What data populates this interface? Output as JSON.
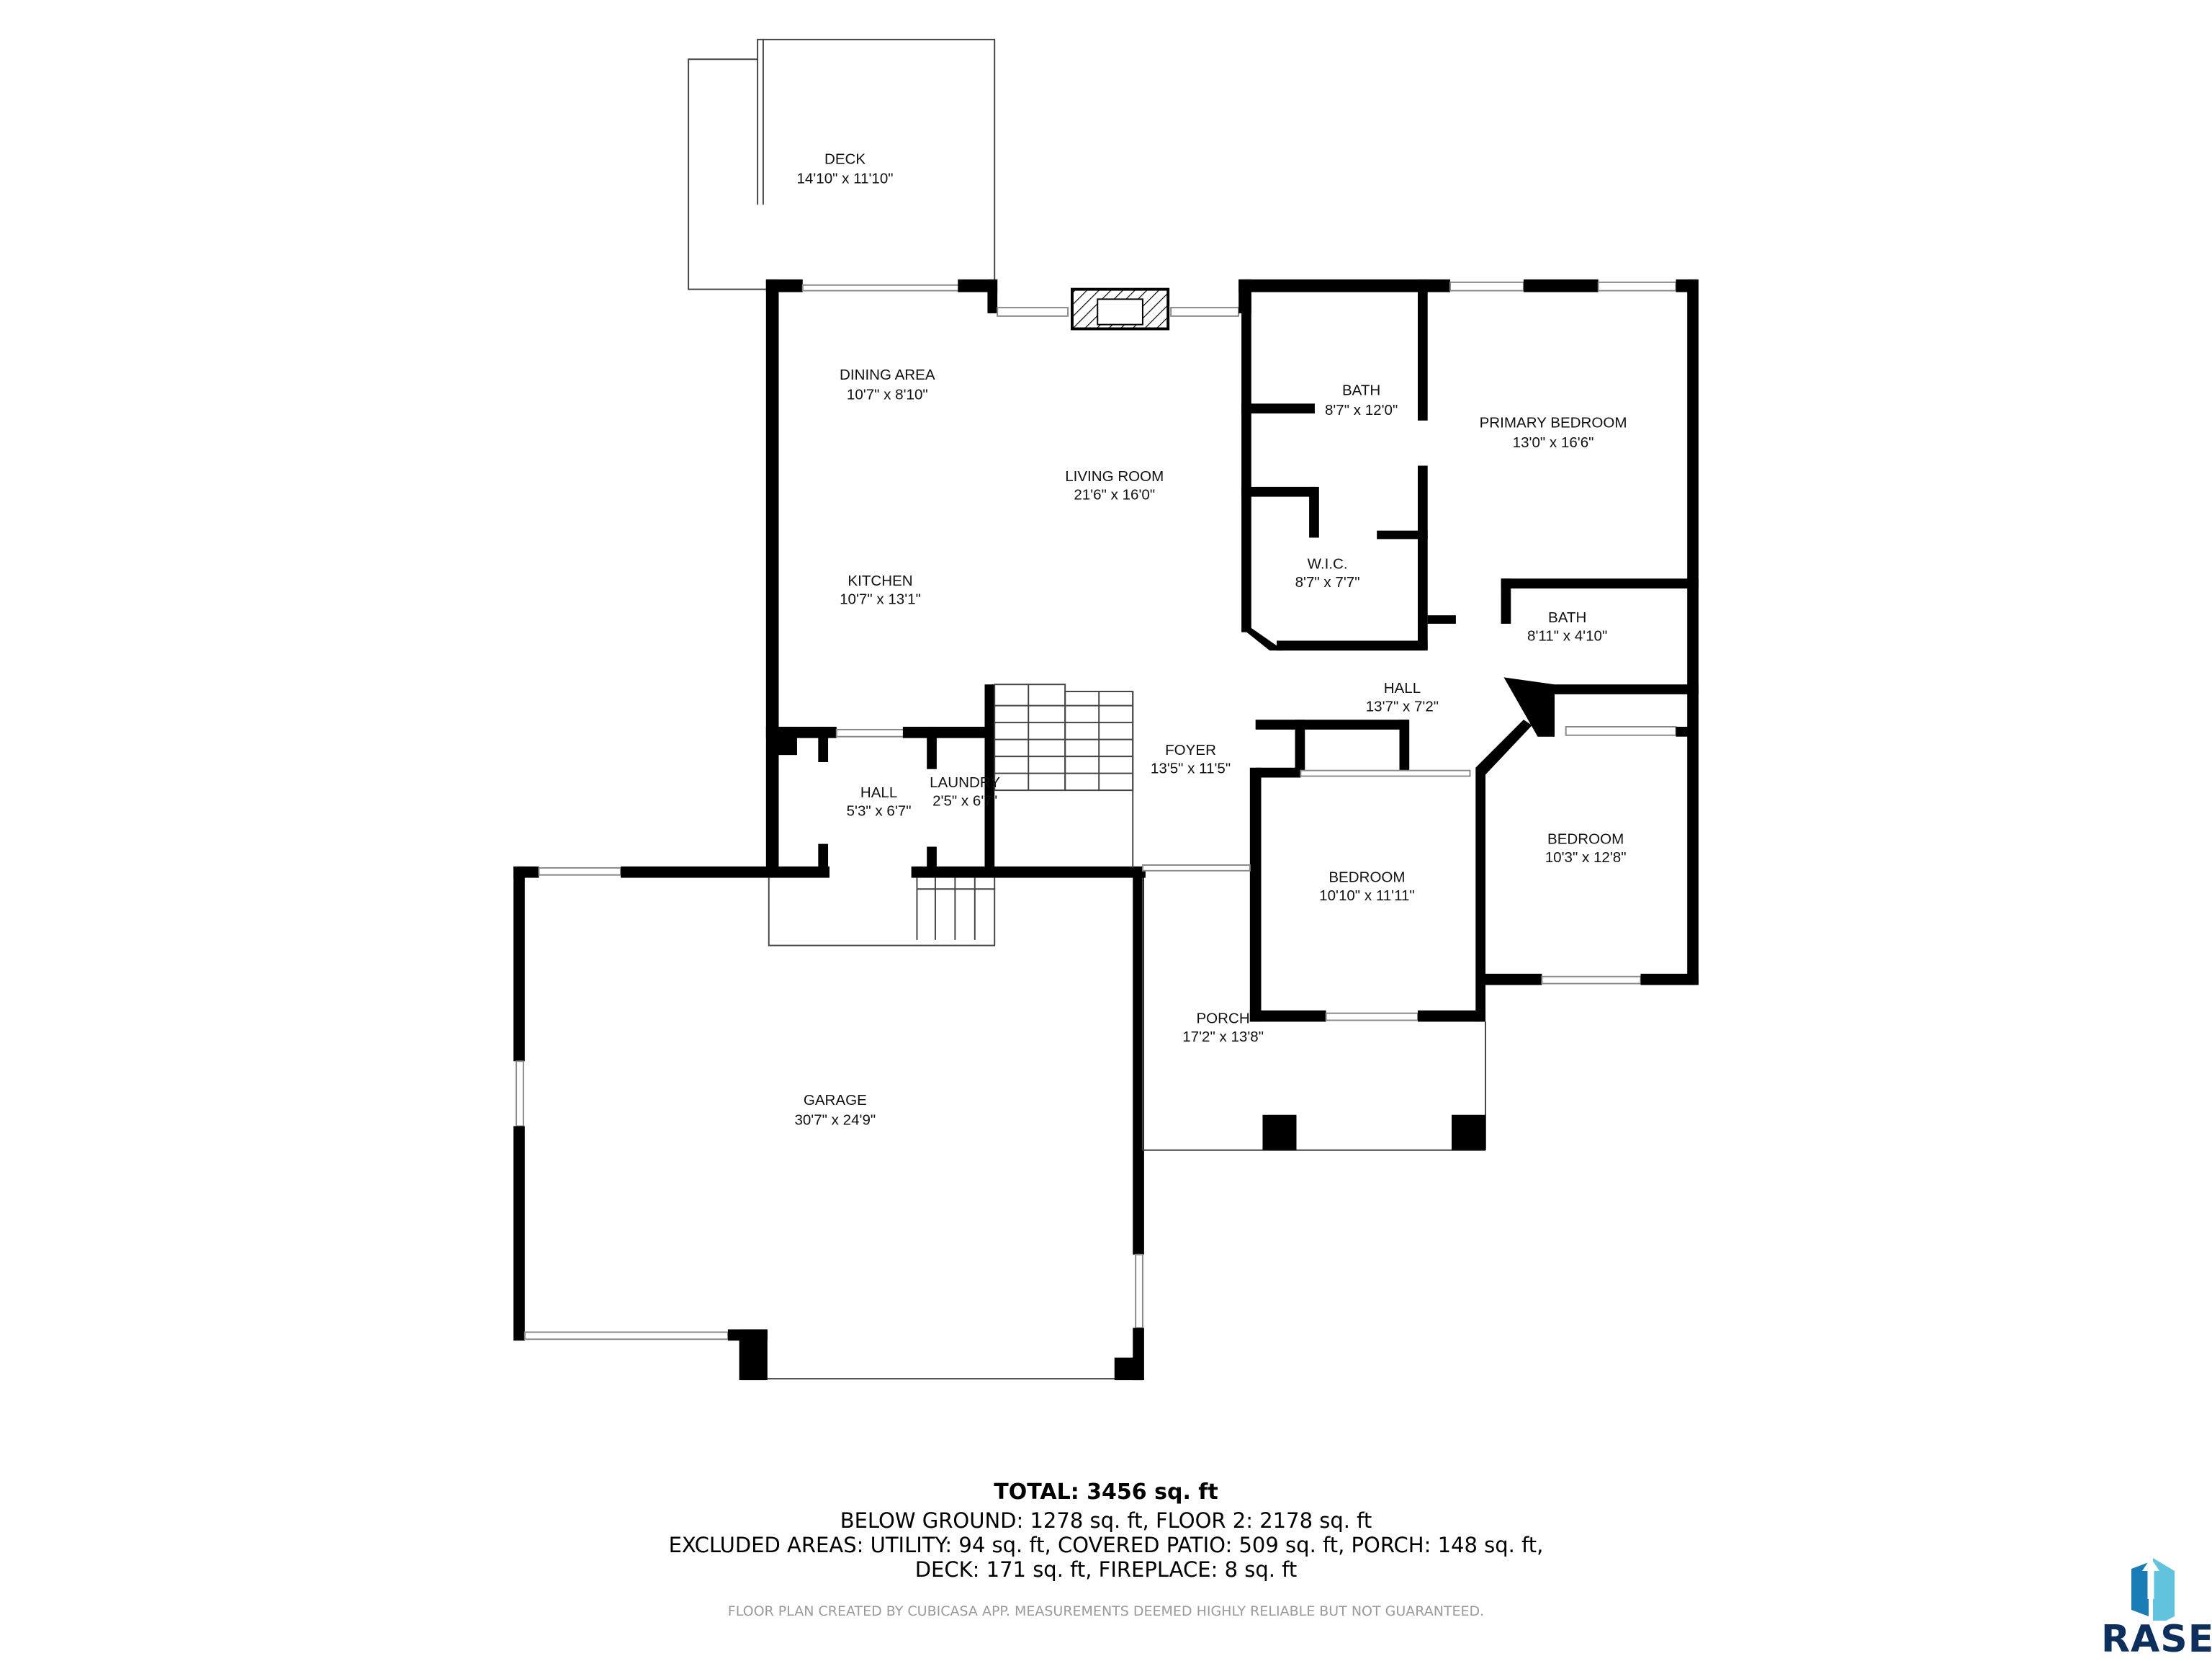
{
  "rooms": {
    "deck": {
      "name": "DECK",
      "dims": "14'10\" x 11'10\""
    },
    "dining": {
      "name": "DINING AREA",
      "dims": "10'7\" x 8'10\""
    },
    "living": {
      "name": "LIVING ROOM",
      "dims": "21'6\" x 16'0\""
    },
    "kitchen": {
      "name": "KITCHEN",
      "dims": "10'7\" x 13'1\""
    },
    "bath1": {
      "name": "BATH",
      "dims": "8'7\" x 12'0\""
    },
    "primary": {
      "name": "PRIMARY BEDROOM",
      "dims": "13'0\" x 16'6\""
    },
    "wic": {
      "name": "W.I.C.",
      "dims": "8'7\" x 7'7\""
    },
    "bath2": {
      "name": "BATH",
      "dims": "8'11\" x 4'10\""
    },
    "hall1": {
      "name": "HALL",
      "dims": "13'7\" x 7'2\""
    },
    "foyer": {
      "name": "FOYER",
      "dims": "13'5\" x 11'5\""
    },
    "hall2": {
      "name": "HALL",
      "dims": "5'3\" x 6'7\""
    },
    "laundry": {
      "name": "LAUNDRY",
      "dims": "2'5\" x 6'7\""
    },
    "bedroom1": {
      "name": "BEDROOM",
      "dims": "10'10\" x 11'11\""
    },
    "bedroom2": {
      "name": "BEDROOM",
      "dims": "10'3\" x 12'8\""
    },
    "porch": {
      "name": "PORCH",
      "dims": "17'2\" x 13'8\""
    },
    "garage": {
      "name": "GARAGE",
      "dims": "30'7\" x 24'9\""
    }
  },
  "summary": {
    "total": "TOTAL: 3456 sq. ft",
    "line1": "BELOW GROUND: 1278 sq. ft, FLOOR 2: 2178 sq. ft",
    "line2": "EXCLUDED AREAS: UTILITY: 94 sq. ft, COVERED PATIO: 509 sq. ft, PORCH: 148 sq. ft,",
    "line3": "DECK: 171 sq. ft, FIREPLACE: 8 sq. ft"
  },
  "disclaimer": "FLOOR PLAN CREATED BY CUBICASA APP. MEASUREMENTS DEEMED HIGHLY RELIABLE BUT NOT GUARANTEED.",
  "logo": {
    "text": "RASE",
    "colors": {
      "dark": "#0d2f5c",
      "mid": "#1a7db5",
      "light": "#62c3de"
    }
  }
}
